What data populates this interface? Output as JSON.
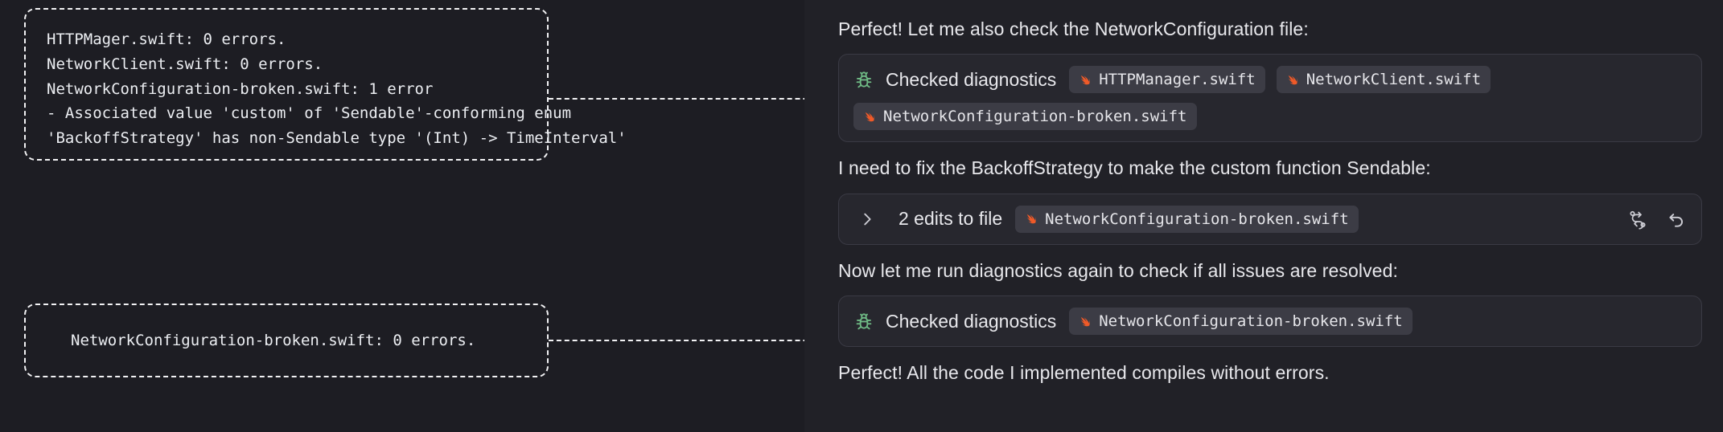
{
  "theme": {
    "bg_left": "#1d1d23",
    "bg_right": "#212127",
    "card_bg": "#27272e",
    "chip_bg": "#3c3c45",
    "text": "#e8e8ec",
    "bug_green": "#6fba85",
    "swift_orange": "#f05a28",
    "dashed_stroke": "#f2f2f4"
  },
  "left_panel": {
    "callouts": [
      {
        "name": "diagnostics-before-callout",
        "lines": [
          "HTTPMager.swift: 0 errors.",
          "",
          "NetworkClient.swift: 0 errors.",
          "",
          "NetworkConfiguration-broken.swift: 1 error",
          "- Associated value 'custom' of 'Sendable'-conforming enum",
          "'BackoffStrategy' has non-Sendable type '(Int) -> TimeInterval'"
        ]
      },
      {
        "name": "diagnostics-after-callout",
        "lines": [
          "NetworkConfiguration-broken.swift: 0 errors."
        ]
      }
    ]
  },
  "right_panel": {
    "blocks": [
      {
        "type": "prose",
        "name": "intro-message",
        "text": "Perfect! Let me also check the NetworkConfiguration file:"
      },
      {
        "type": "diagnostics-card",
        "name": "checked-diagnostics-card-1",
        "icon": "bug-icon",
        "label": "Checked diagnostics",
        "chips": [
          {
            "icon": "swift-icon",
            "label": "HTTPManager.swift"
          },
          {
            "icon": "swift-icon",
            "label": "NetworkClient.swift"
          },
          {
            "icon": "swift-icon",
            "label": "NetworkConfiguration-broken.swift"
          }
        ]
      },
      {
        "type": "prose",
        "name": "fix-message",
        "text": "I need to fix the BackoffStrategy to make the custom function Sendable:"
      },
      {
        "type": "edits-card",
        "name": "edits-to-file-card",
        "expand_icon": "chevron-right-icon",
        "label": "2 edits to file",
        "chip": {
          "icon": "swift-icon",
          "label": "NetworkConfiguration-broken.swift"
        },
        "actions": [
          {
            "icon": "compare-changes-icon",
            "name": "compare-changes-button"
          },
          {
            "icon": "undo-icon",
            "name": "undo-edits-button"
          }
        ]
      },
      {
        "type": "prose",
        "name": "rerun-message",
        "text": "Now let me run diagnostics again to check if all issues are resolved:"
      },
      {
        "type": "diagnostics-card",
        "name": "checked-diagnostics-card-2",
        "icon": "bug-icon",
        "label": "Checked diagnostics",
        "chips": [
          {
            "icon": "swift-icon",
            "label": "NetworkConfiguration-broken.swift"
          }
        ]
      },
      {
        "type": "prose",
        "name": "conclusion-message",
        "text": "Perfect! All the code I implemented compiles without errors."
      }
    ]
  }
}
